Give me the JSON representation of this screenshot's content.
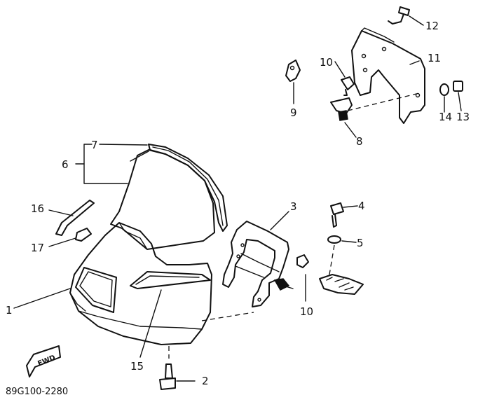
{
  "diagram": {
    "part_labels": {
      "p1": "1",
      "p2": "2",
      "p3": "3",
      "p4": "4",
      "p5": "5",
      "p6": "6",
      "p7": "7",
      "p8": "8",
      "p9": "9",
      "p10a": "10",
      "p10b": "10",
      "p11": "11",
      "p12": "12",
      "p13": "13",
      "p14": "14",
      "p15": "15",
      "p16": "16",
      "p17": "17"
    },
    "direction_marker": "FWD",
    "drawing_code": "89G100-2280"
  }
}
